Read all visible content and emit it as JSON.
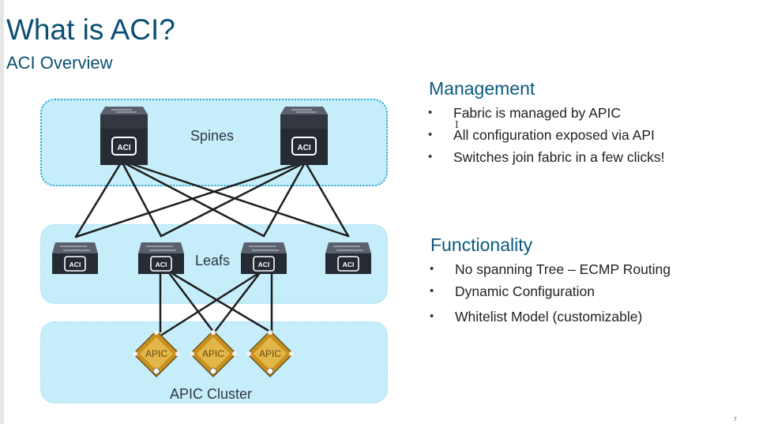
{
  "slide": {
    "title": "What is ACI?",
    "subtitle": "ACI Overview",
    "page_number": "7"
  },
  "diagram": {
    "zones": {
      "spines": "Spines",
      "leafs": "Leafs",
      "apic_cluster": "APIC Cluster"
    },
    "device_badge": "ACI",
    "controller_label": "APIC",
    "spine_count": 2,
    "leaf_count": 4,
    "apic_count": 3,
    "colors": {
      "zone_fill": "#c6eefa",
      "zone_border": "#2aa9d6",
      "switch_body": "#2b2f3a",
      "apic_gold": "#d9a632",
      "link": "#1e1e1e"
    }
  },
  "management": {
    "heading": "Management",
    "items": [
      "Fabric is managed by APIC",
      "All configuration exposed via API",
      "Switches join fabric in a few  clicks!"
    ]
  },
  "functionality": {
    "heading": "Functionality",
    "items": [
      "No spanning Tree – ECMP Routing",
      "Dynamic Configuration",
      "Whitelist Model (customizable)"
    ]
  }
}
